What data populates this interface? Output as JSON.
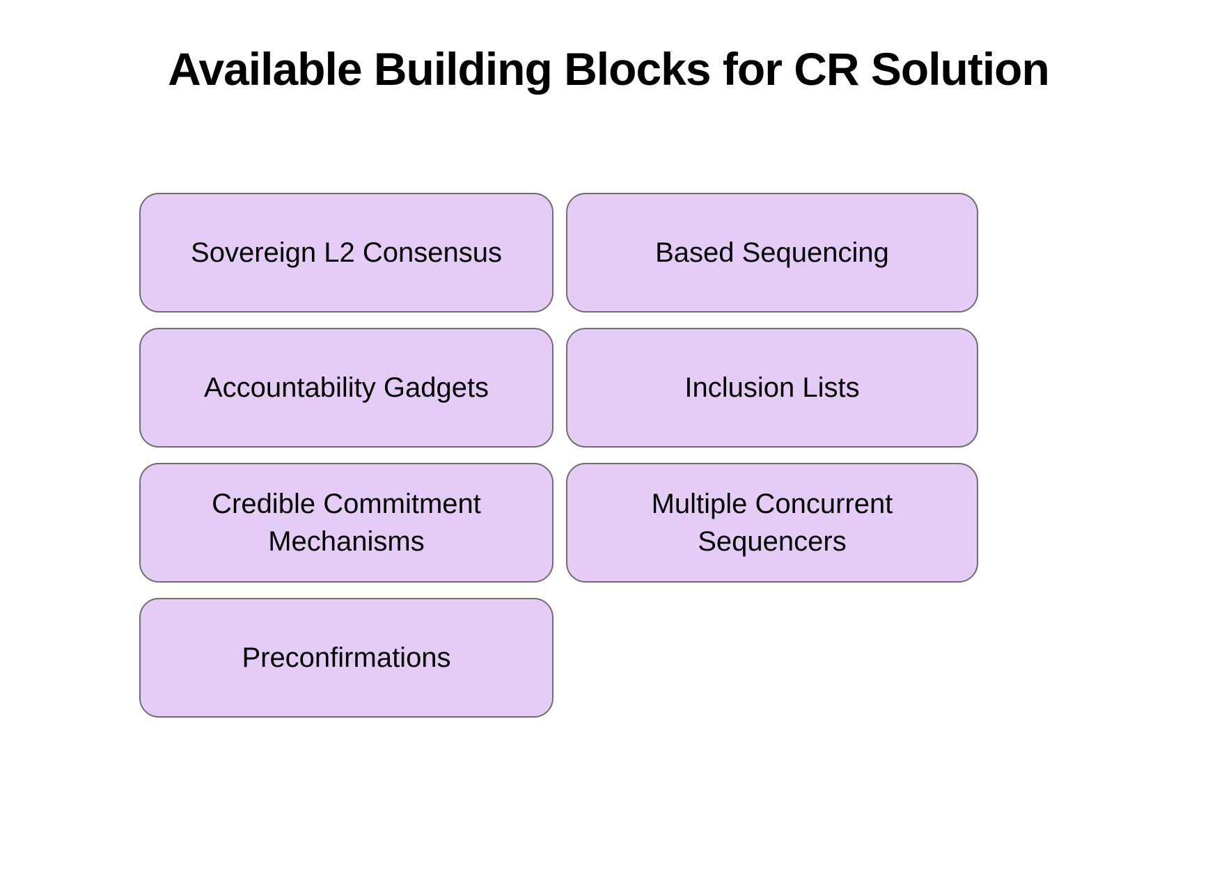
{
  "slide": {
    "title": "Available Building Blocks for CR Solution"
  },
  "blocks": [
    {
      "label": "Sovereign L2 Consensus"
    },
    {
      "label": "Based Sequencing"
    },
    {
      "label": "Accountability Gadgets"
    },
    {
      "label": "Inclusion Lists"
    },
    {
      "label": "Credible Commitment Mechanisms"
    },
    {
      "label": "Multiple Concurrent Sequencers"
    },
    {
      "label": "Preconfirmations"
    }
  ],
  "colors": {
    "background": "#ffffff",
    "block_fill": "#e5ccf7",
    "block_border": "#6e6e6e",
    "text": "#000000"
  }
}
